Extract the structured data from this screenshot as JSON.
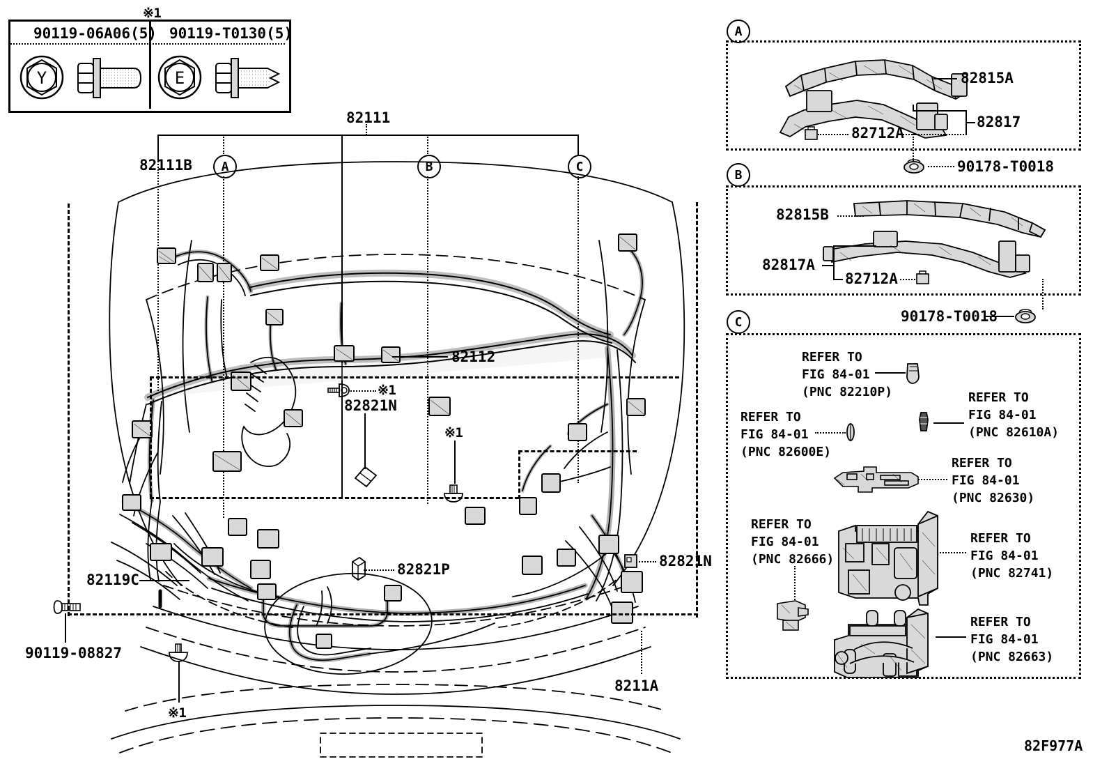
{
  "figure": {
    "code": "82F977A",
    "note_symbol": "※1"
  },
  "bolt_table": {
    "columns": [
      {
        "part_no": "90119-06A06(5)",
        "head_mark": "Y"
      },
      {
        "part_no": "90119-T0130(5)",
        "head_mark": "E"
      }
    ]
  },
  "main_diagram": {
    "callouts": [
      "A",
      "B",
      "C"
    ],
    "labels": [
      {
        "id": "82111",
        "text": "82111"
      },
      {
        "id": "82111B",
        "text": "82111B"
      },
      {
        "id": "82112",
        "text": "82112"
      },
      {
        "id": "82821N_mid",
        "text": "82821N"
      },
      {
        "id": "82821N_right",
        "text": "82821N"
      },
      {
        "id": "82821P",
        "text": "82821P"
      },
      {
        "id": "82119C",
        "text": "82119C"
      },
      {
        "id": "8211A",
        "text": "8211A"
      },
      {
        "id": "90119-08827",
        "text": "90119-08827"
      }
    ],
    "note_marks": [
      "※1",
      "※1",
      "※1",
      "※1"
    ]
  },
  "panel_a": {
    "tag": "A",
    "labels": [
      {
        "text": "82815A"
      },
      {
        "text": "82817"
      },
      {
        "text": "82712A"
      }
    ],
    "external_label": "90178-T0018"
  },
  "panel_b": {
    "tag": "B",
    "labels": [
      {
        "text": "82815B"
      },
      {
        "text": "82817A"
      },
      {
        "text": "82712A"
      }
    ],
    "external_label": "90178-T0018"
  },
  "panel_c": {
    "tag": "C",
    "refer_items": [
      {
        "line1": "REFER TO",
        "line2": "FIG 84-01",
        "line3": "(PNC 82210P)"
      },
      {
        "line1": "REFER TO",
        "line2": "FIG 84-01",
        "line3": "(PNC 82600E)"
      },
      {
        "line1": "REFER TO",
        "line2": "FIG 84-01",
        "line3": "(PNC 82610A)"
      },
      {
        "line1": "REFER TO",
        "line2": "FIG 84-01",
        "line3": "(PNC 82630)"
      },
      {
        "line1": "REFER TO",
        "line2": "FIG 84-01",
        "line3": "(PNC 82666)"
      },
      {
        "line1": "REFER TO",
        "line2": "FIG 84-01",
        "line3": "(PNC 82741)"
      },
      {
        "line1": "REFER TO",
        "line2": "FIG 84-01",
        "line3": "(PNC 82663)"
      }
    ]
  },
  "colors": {
    "line": "#000000",
    "fill_light": "#d9d9d9",
    "background": "#ffffff"
  }
}
